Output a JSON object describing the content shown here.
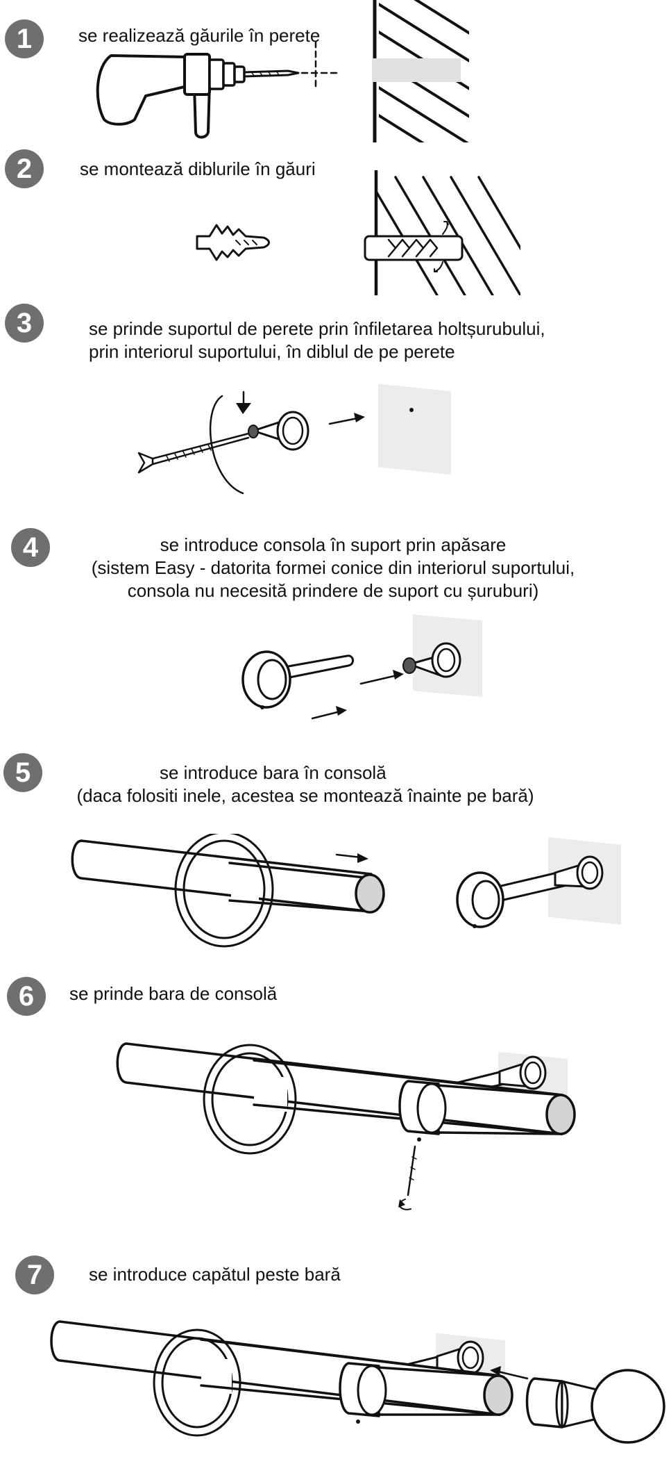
{
  "steps": [
    {
      "number": "1",
      "lines": [
        "se realizează găurile în perete"
      ]
    },
    {
      "number": "2",
      "lines": [
        "se montează diblurile în găuri"
      ]
    },
    {
      "number": "3",
      "lines": [
        "se prinde suportul de perete prin înfiletarea holtșurubului,",
        "prin interiorul suportului, în diblul de pe perete"
      ]
    },
    {
      "number": "4",
      "lines": [
        "se introduce consola în suport prin apăsare",
        "(sistem Easy - datorita formei conice din interiorul suportului,",
        "consola nu necesită prindere de suport cu șuruburi)"
      ]
    },
    {
      "number": "5",
      "lines": [
        "se introduce bara în consolă",
        "(daca folositi inele, acestea se montează înainte pe bară)"
      ]
    },
    {
      "number": "6",
      "lines": [
        "se prinde bara de consolă"
      ]
    },
    {
      "number": "7",
      "lines": [
        "se introduce capătul peste bară"
      ]
    }
  ],
  "colors": {
    "badge": "#6f6f6f",
    "panel": "#ececec",
    "line": "#111111"
  }
}
